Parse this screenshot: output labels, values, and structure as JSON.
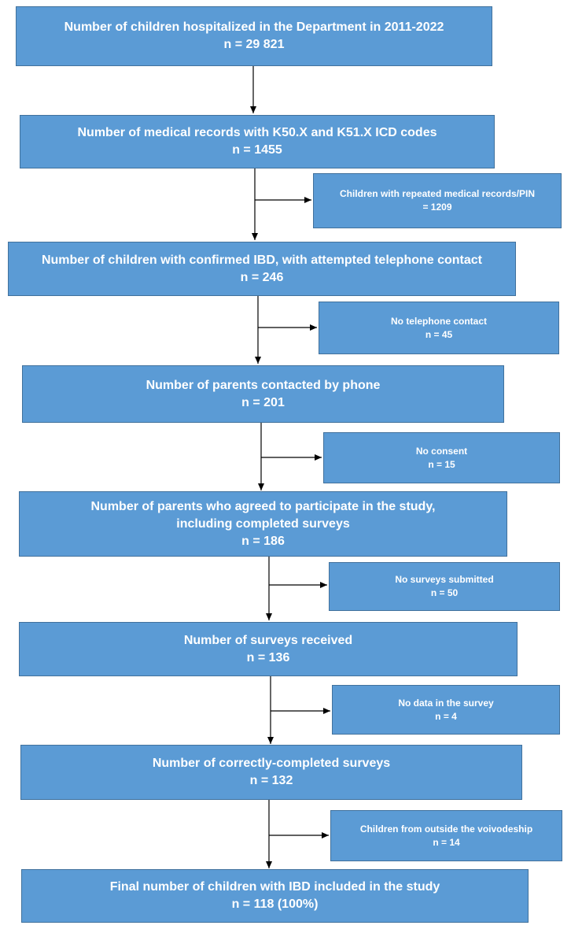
{
  "boxes": {
    "hospitalized": {
      "label": "Number of children hospitalized in the Department in 2011-2022",
      "n": "n = 29 821"
    },
    "records": {
      "label": "Number of medical records with K50.X and K51.X ICD codes",
      "n": "n = 1455"
    },
    "repeated": {
      "label": "Children with repeated medical records/PIN",
      "n": "= 1209"
    },
    "confirmed": {
      "label": "Number of children with confirmed IBD, with attempted telephone contact",
      "n": "n = 246"
    },
    "no_phone": {
      "label": "No telephone contact",
      "n": "n = 45"
    },
    "contacted": {
      "label": "Number of parents contacted by phone",
      "n": "n = 201"
    },
    "no_consent": {
      "label": "No consent",
      "n": "n = 15"
    },
    "agreed": {
      "label1": "Number of parents who agreed to participate in the study,",
      "label2": "including completed surveys",
      "n": "n = 186"
    },
    "no_surveys": {
      "label": "No surveys submitted",
      "n": "n = 50"
    },
    "received": {
      "label": "Number of surveys received",
      "n": "n = 136"
    },
    "no_data": {
      "label": "No data in the survey",
      "n": "n = 4"
    },
    "correct": {
      "label": "Number of correctly-completed surveys",
      "n": "n = 132"
    },
    "outside": {
      "label": "Children from outside the voivodeship",
      "n": "n = 14"
    },
    "final": {
      "label": "Final number of children with IBD included in the study",
      "n": "n = 118 (100%)"
    }
  },
  "colors": {
    "box_fill": "#5b9bd5",
    "box_border": "#41719c",
    "text": "#ffffff",
    "arrow": "#000000"
  }
}
